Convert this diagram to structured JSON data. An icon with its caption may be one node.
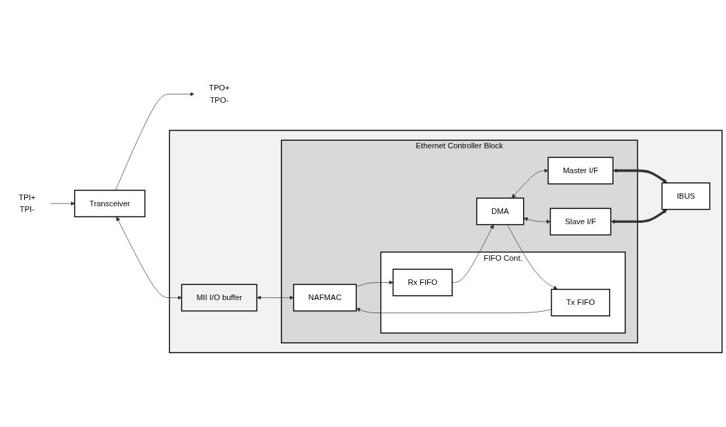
{
  "diagram": {
    "nodes": [
      {
        "text": [],
        "shape": "box"
      },
      {
        "text": [
          "Ethernet Controller Block"
        ],
        "in": 0
      },
      {
        "text": [
          "Transceiver"
        ]
      },
      {
        "text": [
          "MII I/O buffer"
        ],
        "in": 0
      },
      {
        "text": [
          "NAFMAC"
        ],
        "in": 1
      },
      {
        "text": [
          "FIFO Cont."
        ],
        "in": 1
      },
      {
        "text": [
          "Tx FIFO"
        ],
        "in": 5
      },
      {
        "text": [
          "Rx FIFO"
        ],
        "in": 5
      },
      {
        "text": [
          "DMA"
        ],
        "in": 1
      },
      {
        "text": [
          "Master I/F"
        ],
        "in": 1
      },
      {
        "text": [
          "Slave I/F"
        ],
        "in": 1
      },
      {
        "text": [
          "IBUS"
        ],
        "in": 0
      },
      {
        "text": [
          "TPO+",
          "TPO-"
        ]
      },
      {
        "text": [
          "TPI+",
          "TPI-"
        ]
      }
    ],
    "edges": [
      {
        "from": 2,
        "to": 12,
        "arrow": "to"
      },
      {
        "from": 13,
        "to": 2,
        "arrow": "to"
      },
      {
        "from": 2,
        "to": 3,
        "arrow": "both"
      },
      {
        "from": 3,
        "to": 4,
        "arrow": "both"
      },
      {
        "from": 6,
        "to": 4,
        "arrow": "to"
      },
      {
        "from": 8,
        "to": 6,
        "arrow": "to"
      },
      {
        "from": 4,
        "to": 7,
        "arrow": "to"
      },
      {
        "from": 7,
        "to": 8,
        "arrow": "to"
      },
      {
        "from": 8,
        "to": 9,
        "arrow": "both"
      },
      {
        "from": 8,
        "to": 10,
        "arrow": "both"
      },
      {
        "from": 9,
        "to": 11,
        "arrow": "both",
        "style": "thick"
      },
      {
        "from": 10,
        "to": 11,
        "arrow": "both",
        "style": "thick"
      }
    ]
  }
}
